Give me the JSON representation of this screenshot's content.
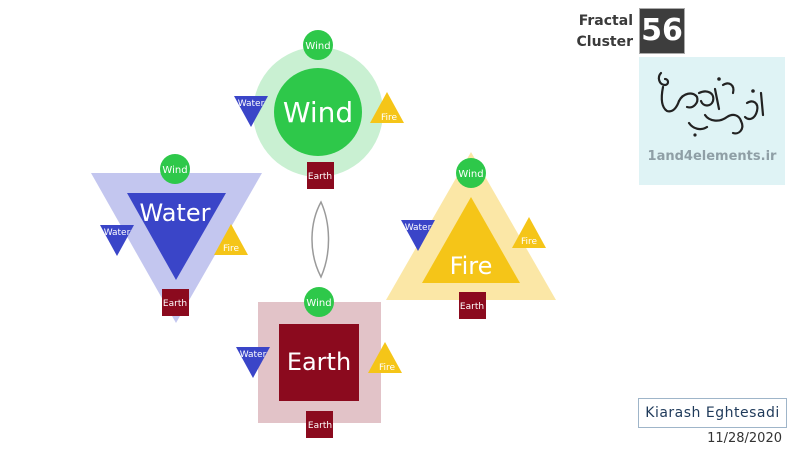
{
  "header": {
    "label_line1": "Fractal",
    "label_line2": "Cluster",
    "number": "56"
  },
  "logo": {
    "text": "1and4elements.ir"
  },
  "footer": {
    "author": "Kiarash Eghtesadi",
    "date": "11/28/2020"
  },
  "colors": {
    "wind": "#2ec84a",
    "water": "#3a45c8",
    "fire": "#f5c518",
    "earth": "#8b0a1e",
    "wind_halo": "#c9f0d2",
    "water_halo": "#c3c6ef",
    "fire_halo": "#fbe7a6",
    "earth_halo": "#e2c3c8"
  },
  "clusters": [
    {
      "id": "wind",
      "main_label": "Wind",
      "satellites": {
        "top": "Wind",
        "left": "Water",
        "right": "Fire",
        "bottom": "Earth"
      }
    },
    {
      "id": "water",
      "main_label": "Water",
      "satellites": {
        "top": "Wind",
        "left": "Water",
        "right": "Fire",
        "bottom": "Earth"
      }
    },
    {
      "id": "fire",
      "main_label": "Fire",
      "satellites": {
        "top": "Wind",
        "left": "Water",
        "right": "Fire",
        "bottom": "Earth"
      }
    },
    {
      "id": "earth",
      "main_label": "Earth",
      "satellites": {
        "top": "Wind",
        "left": "Water",
        "right": "Fire",
        "bottom": "Earth"
      }
    }
  ]
}
